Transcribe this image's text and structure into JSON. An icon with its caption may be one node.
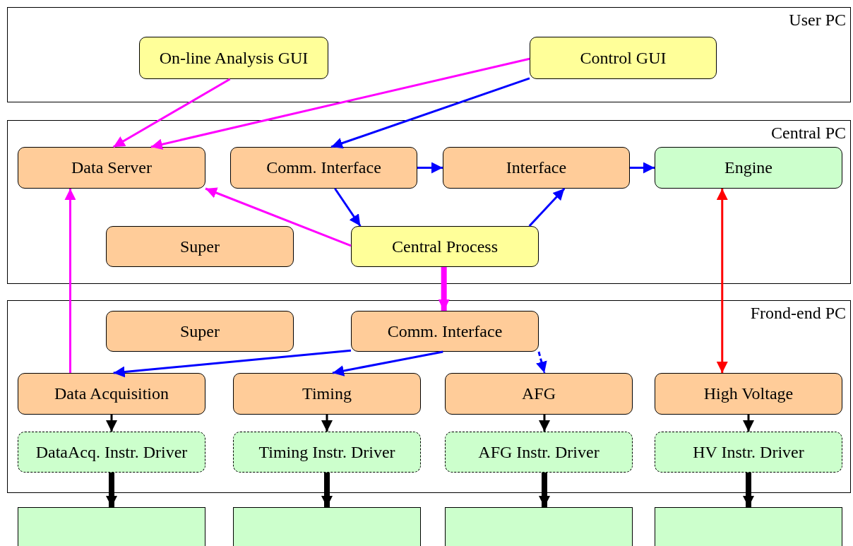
{
  "diagram": {
    "nodes": [
      {
        "text": [
          "User PC"
        ]
      },
      {
        "text": [
          "On-line Analysis GUI"
        ],
        "in": 0
      },
      {
        "text": [
          "Control GUI"
        ],
        "in": 0
      },
      {
        "text": [
          "Central PC"
        ]
      },
      {
        "text": [
          "Data Server"
        ],
        "in": 3
      },
      {
        "text": [
          "Comm. Interface"
        ],
        "in": 3
      },
      {
        "text": [
          "Interface"
        ],
        "in": 3
      },
      {
        "text": [
          "Engine"
        ],
        "in": 3
      },
      {
        "text": [
          "Super"
        ],
        "in": 3
      },
      {
        "text": [
          "Central Process"
        ],
        "in": 3
      },
      {
        "text": [
          "Frond-end PC"
        ]
      },
      {
        "text": [
          "Super"
        ],
        "in": 10
      },
      {
        "text": [
          "Comm. Interface"
        ],
        "in": 10
      },
      {
        "text": [
          "Data Acquisition"
        ],
        "in": 10
      },
      {
        "text": [
          "Timing"
        ],
        "in": 10
      },
      {
        "text": [
          "AFG"
        ],
        "in": 10
      },
      {
        "text": [
          "High Voltage"
        ],
        "in": 10
      },
      {
        "text": [
          "DataAcq. Instr. Driver"
        ],
        "in": 10
      },
      {
        "text": [
          "Timing Instr. Driver"
        ],
        "in": 10
      },
      {
        "text": [
          "AFG Instr. Driver"
        ],
        "in": 10
      },
      {
        "text": [
          "HV Instr. Driver"
        ],
        "in": 10
      },
      {
        "text": [],
        "shape": "box"
      },
      {
        "text": [],
        "shape": "box"
      },
      {
        "text": [],
        "shape": "box"
      },
      {
        "text": [],
        "shape": "box"
      }
    ],
    "edges": [
      {
        "from": 1,
        "to": 4,
        "arrow": "to",
        "color": "#ff00ff"
      },
      {
        "from": 2,
        "to": 4,
        "arrow": "to",
        "color": "#ff00ff"
      },
      {
        "from": 2,
        "to": 5,
        "arrow": "to",
        "color": "#0000ff"
      },
      {
        "from": 5,
        "to": 6,
        "arrow": "to",
        "color": "#0000ff"
      },
      {
        "from": 6,
        "to": 7,
        "arrow": "to",
        "color": "#0000ff"
      },
      {
        "from": 5,
        "to": 9,
        "arrow": "to",
        "color": "#0000ff"
      },
      {
        "from": 9,
        "to": 6,
        "arrow": "to",
        "color": "#0000ff"
      },
      {
        "from": 9,
        "to": 4,
        "arrow": "to",
        "color": "#ff00ff"
      },
      {
        "from": 9,
        "to": 12,
        "arrow": "to",
        "style": "thick",
        "color": "#ff00ff"
      },
      {
        "from": 7,
        "to": 16,
        "arrow": "both",
        "color": "#ff0000"
      },
      {
        "from": 13,
        "to": 4,
        "arrow": "to",
        "color": "#ff00ff"
      },
      {
        "from": 12,
        "to": 13,
        "arrow": "to",
        "color": "#0000ff"
      },
      {
        "from": 12,
        "to": 14,
        "arrow": "to",
        "color": "#0000ff"
      },
      {
        "from": 12,
        "to": 15,
        "arrow": "to",
        "style": "dashed",
        "color": "#0000ff"
      },
      {
        "from": 13,
        "to": 17,
        "arrow": "to",
        "color": "#000000"
      },
      {
        "from": 14,
        "to": 18,
        "arrow": "to",
        "color": "#000000"
      },
      {
        "from": 15,
        "to": 19,
        "arrow": "to",
        "color": "#000000"
      },
      {
        "from": 16,
        "to": 20,
        "arrow": "to",
        "color": "#000000"
      },
      {
        "from": 17,
        "to": 21,
        "arrow": "to",
        "style": "thick",
        "color": "#000000"
      },
      {
        "from": 18,
        "to": 22,
        "arrow": "to",
        "style": "thick",
        "color": "#000000"
      },
      {
        "from": 19,
        "to": 23,
        "arrow": "to",
        "style": "thick",
        "color": "#000000"
      },
      {
        "from": 20,
        "to": 24,
        "arrow": "to",
        "style": "thick",
        "color": "#000000"
      }
    ]
  }
}
